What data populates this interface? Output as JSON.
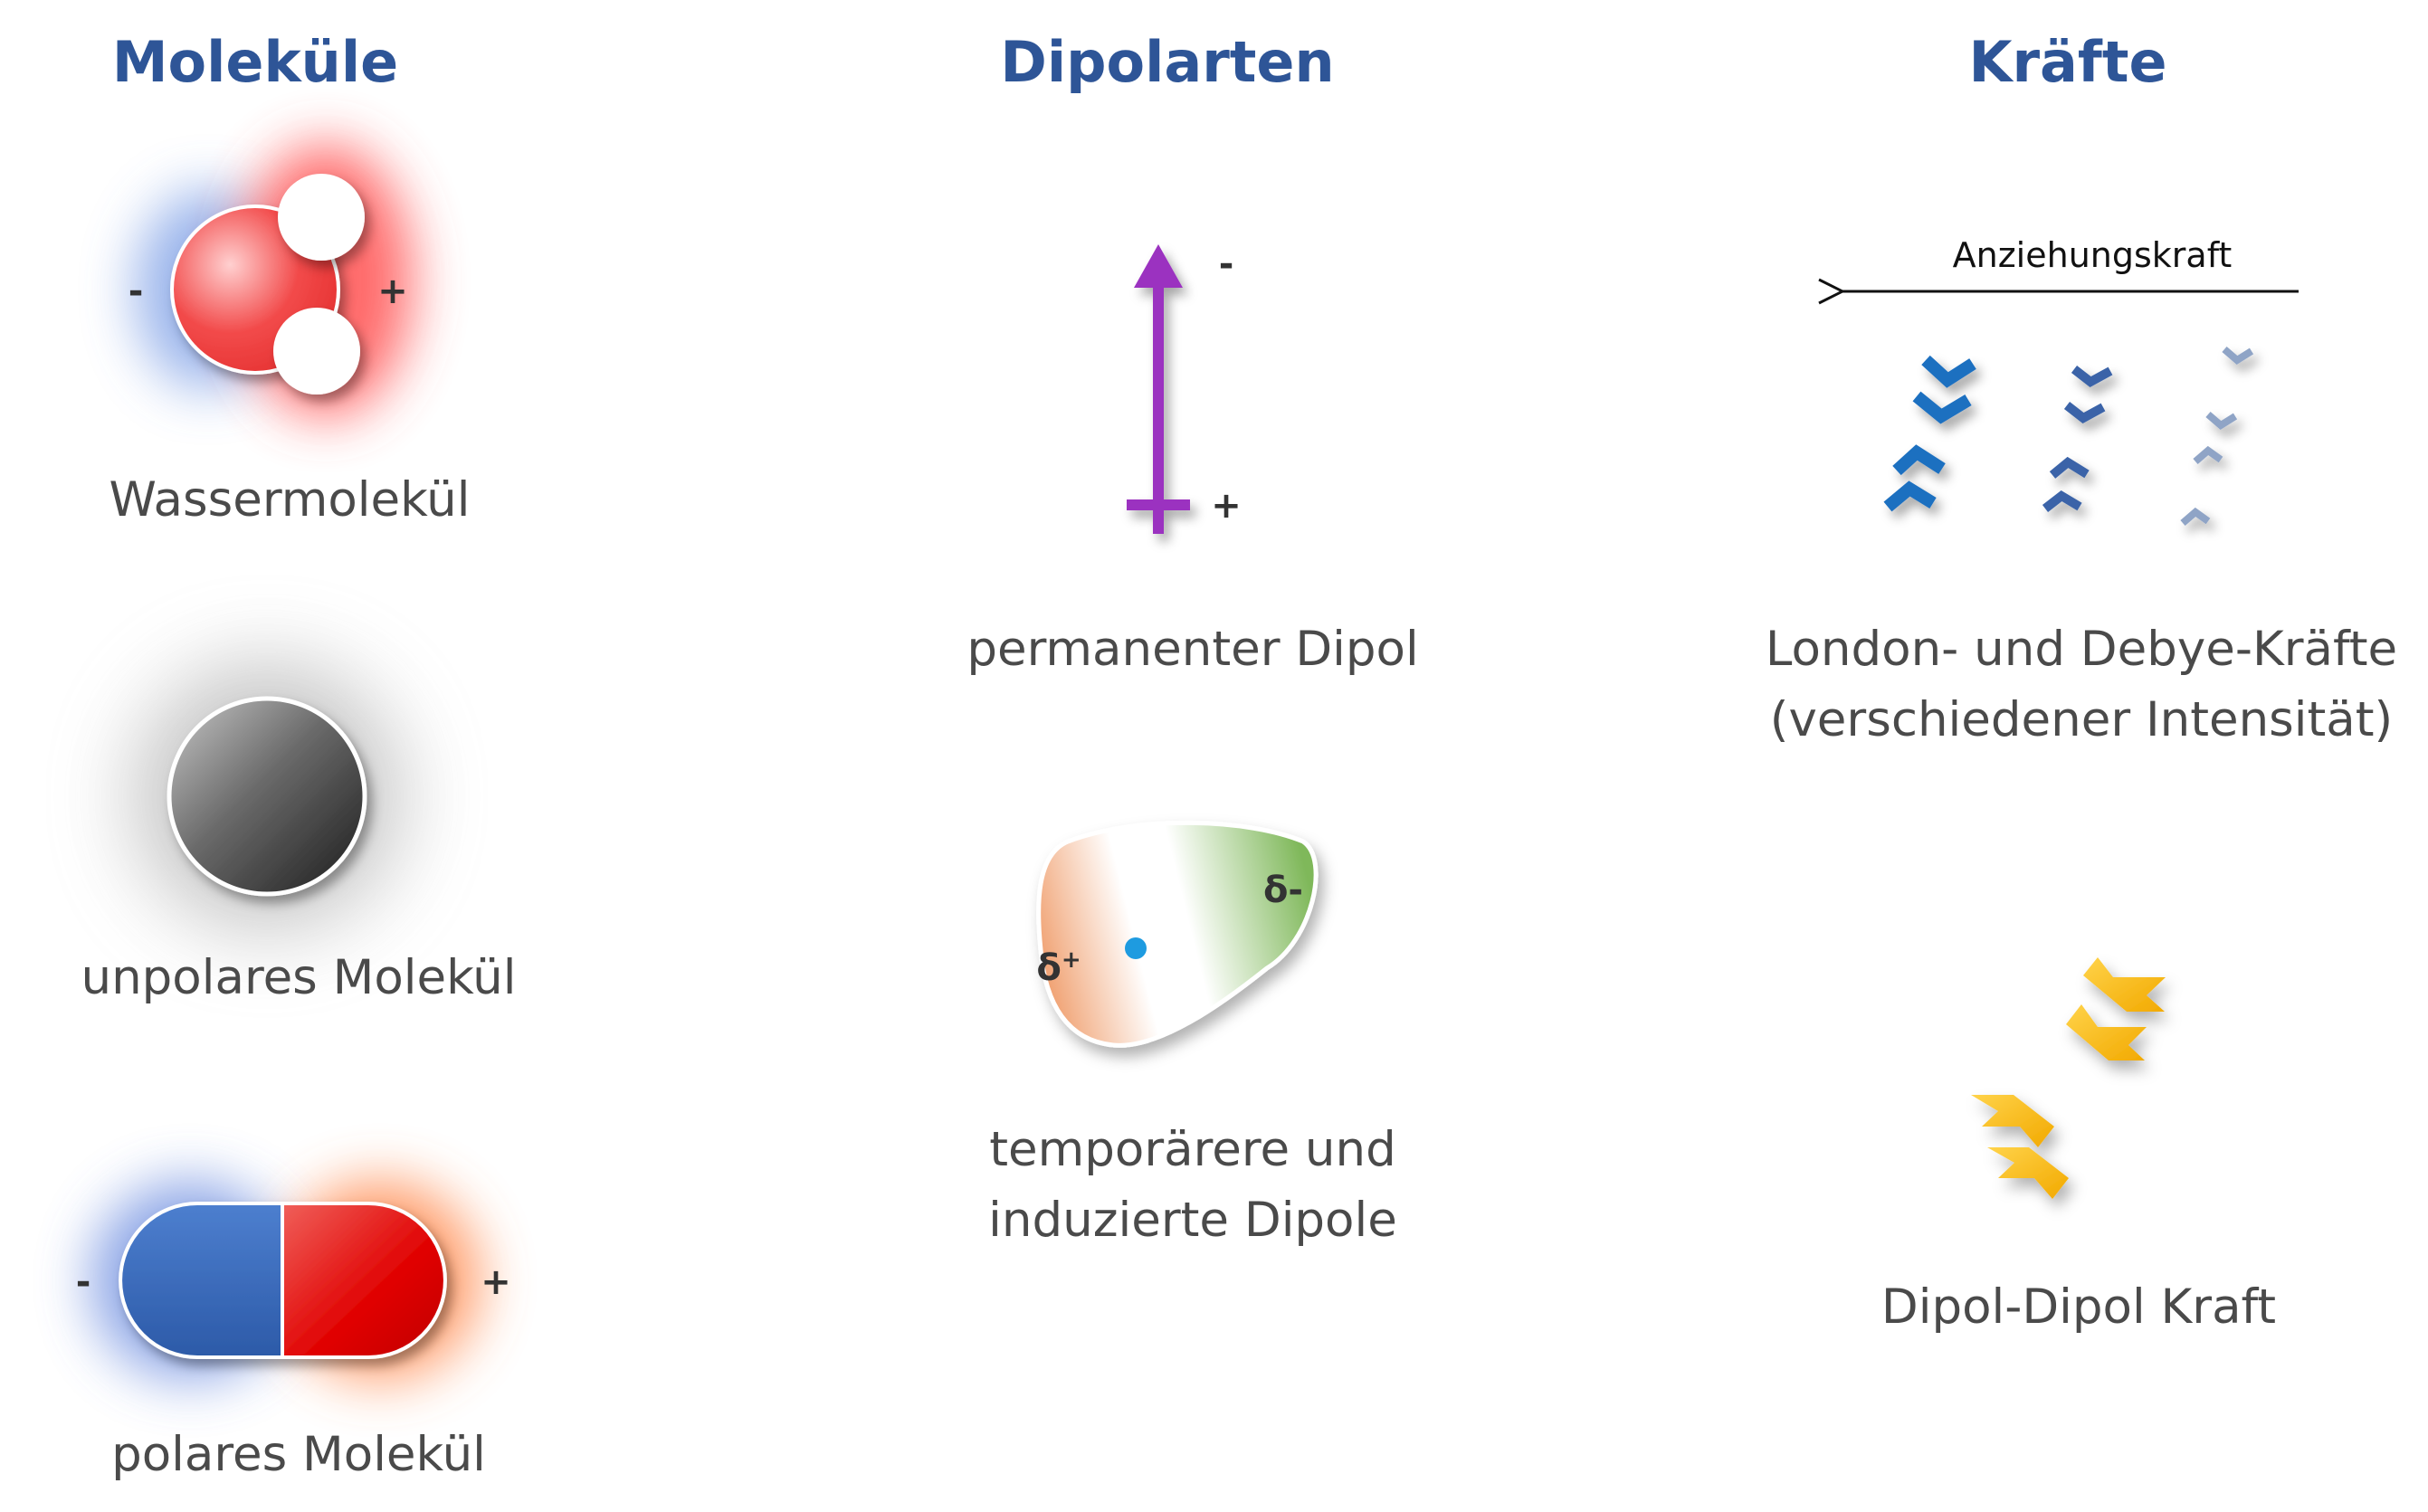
{
  "headers": {
    "molecules": "Moleküle",
    "dipole_types": "Dipolarten",
    "forces": "Kräfte"
  },
  "molecules": {
    "water": {
      "label": "Wassermolekül",
      "neg": "-",
      "pos": "+"
    },
    "nonpolar": {
      "label": "unpolares Molekül"
    },
    "polar": {
      "label": "polares Molekül",
      "neg": "-",
      "pos": "+"
    }
  },
  "dipoles": {
    "permanent": {
      "label": "permanenter Dipol",
      "neg": "-",
      "pos": "+"
    },
    "temporary": {
      "label_line1": "temporärere und",
      "label_line2": "induzierte Dipole",
      "delta_minus": "δ-",
      "delta_plus_base": "δ",
      "delta_plus_sup": "+"
    }
  },
  "forces": {
    "attraction_label": "Anziehungskraft",
    "london_line1": "London- und Debye-Kräfte",
    "london_line2": "(verschiedener Intensität)",
    "dipole_dipole": "Dipol-Dipol Kraft"
  },
  "colors": {
    "header_blue": "#2e5597",
    "caption_gray": "#4a4a4a",
    "dipole_purple": "#9b30c0",
    "london_blue": "#1f6fc0",
    "dipole_force_gold": "#f5b400"
  }
}
